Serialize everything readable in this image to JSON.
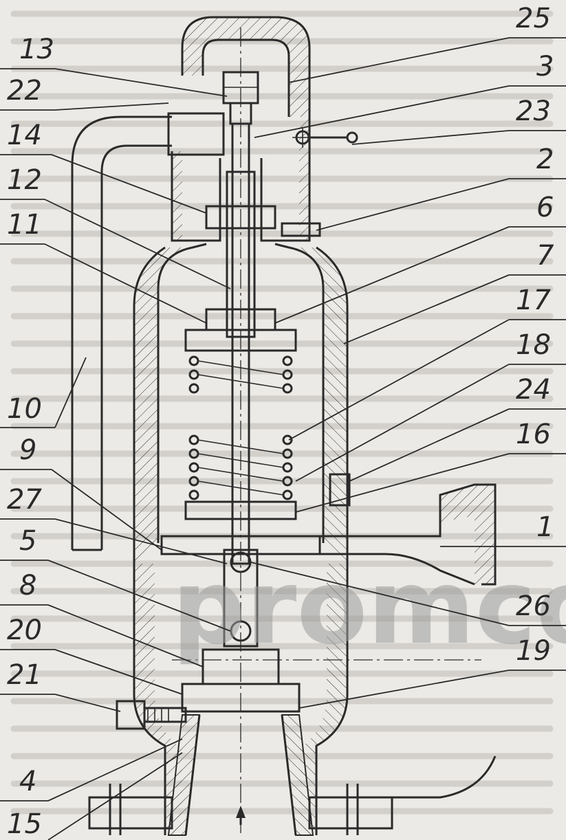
{
  "watermark": "promco",
  "callouts_left": [
    "13",
    "22",
    "14",
    "12",
    "11",
    "10",
    "9",
    "27",
    "5",
    "8",
    "20",
    "21",
    "4",
    "15"
  ],
  "callouts_right": [
    "25",
    "3",
    "23",
    "2",
    "6",
    "7",
    "17",
    "18",
    "24",
    "16",
    "1",
    "26",
    "19"
  ],
  "colors": {
    "paper": "#eceae6",
    "ink": "#2a2a2a",
    "watermark": "#9a9a9a"
  }
}
